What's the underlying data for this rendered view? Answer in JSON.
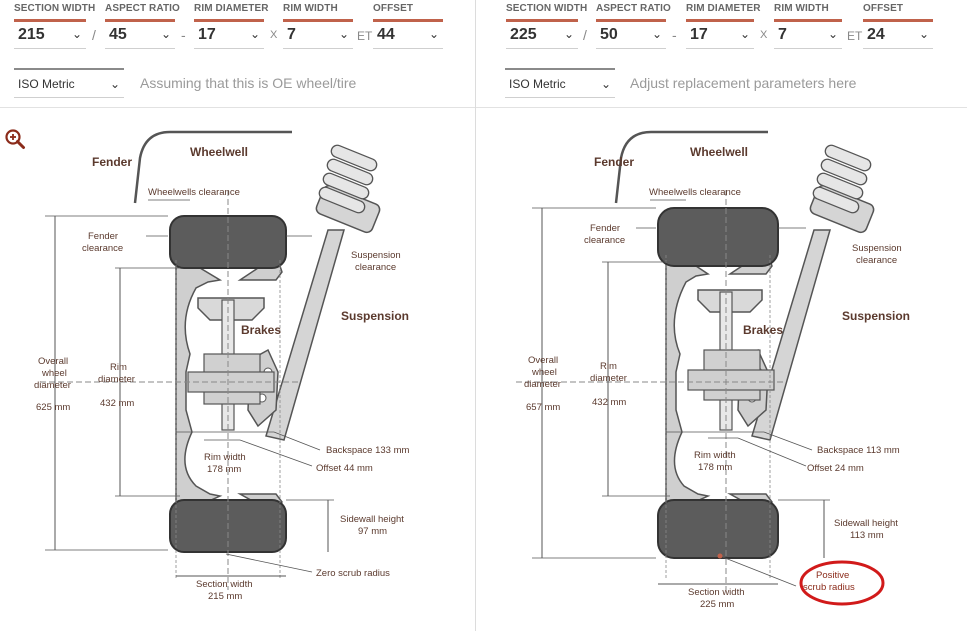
{
  "left": {
    "fields": {
      "section_width": {
        "label": "SECTION WIDTH",
        "value": "215"
      },
      "aspect_ratio": {
        "label": "ASPECT RATIO",
        "value": "45"
      },
      "rim_diameter": {
        "label": "RIM DIAMETER",
        "value": "17"
      },
      "rim_width": {
        "label": "RIM WIDTH",
        "value": "7"
      },
      "offset": {
        "label": "OFFSET",
        "value": "44"
      }
    },
    "separators": {
      "slash": "/",
      "dash": "-",
      "x": "X",
      "et": "ET"
    },
    "unit_select": "ISO Metric",
    "hint": "Assuming that this is OE wheel/tire",
    "diagram": {
      "fender": "Fender",
      "wheelwell": "Wheelwell",
      "wheelwells_clearance": "Wheelwells clearance",
      "fender_clearance_1": "Fender",
      "fender_clearance_2": "clearance",
      "suspension_clearance_1": "Suspension",
      "suspension_clearance_2": "clearance",
      "suspension": "Suspension",
      "brakes": "Brakes",
      "overall_1": "Overall",
      "overall_2": "wheel",
      "overall_3": "diameter",
      "overall_value": "625 mm",
      "rim_diam_1": "Rim",
      "rim_diam_2": "diameter",
      "rim_diam_value": "432 mm",
      "backspace": "Backspace 133 mm",
      "rim_width_1": "Rim width",
      "rim_width_2": "178 mm",
      "offset": "Offset 44 mm",
      "sidewall_1": "Sidewall height",
      "sidewall_2": "97 mm",
      "section_1": "Section width",
      "section_2": "215 mm",
      "scrub": "Zero scrub radius"
    }
  },
  "right": {
    "fields": {
      "section_width": {
        "label": "SECTION WIDTH",
        "value": "225"
      },
      "aspect_ratio": {
        "label": "ASPECT RATIO",
        "value": "50"
      },
      "rim_diameter": {
        "label": "RIM DIAMETER",
        "value": "17"
      },
      "rim_width": {
        "label": "RIM WIDTH",
        "value": "7"
      },
      "offset": {
        "label": "OFFSET",
        "value": "24"
      }
    },
    "separators": {
      "slash": "/",
      "dash": "-",
      "x": "X",
      "et": "ET"
    },
    "unit_select": "ISO Metric",
    "hint": "Adjust replacement parameters here",
    "diagram": {
      "fender": "Fender",
      "wheelwell": "Wheelwell",
      "wheelwells_clearance": "Wheelwells clearance",
      "fender_clearance_1": "Fender",
      "fender_clearance_2": "clearance",
      "suspension_clearance_1": "Suspension",
      "suspension_clearance_2": "clearance",
      "suspension": "Suspension",
      "brakes": "Brakes",
      "overall_1": "Overall",
      "overall_2": "wheel",
      "overall_3": "diameter",
      "overall_value": "657 mm",
      "rim_diam_1": "Rim",
      "rim_diam_2": "diameter",
      "rim_diam_value": "432 mm",
      "backspace": "Backspace 113 mm",
      "rim_width_1": "Rim width",
      "rim_width_2": "178 mm",
      "offset": "Offset 24 mm",
      "sidewall_1": "Sidewall height",
      "sidewall_2": "113 mm",
      "section_1": "Section width",
      "section_2": "225 mm",
      "scrub_1": "Positive",
      "scrub_2": "scrub radius"
    }
  },
  "colors": {
    "accent": "#c0624b",
    "label_text": "#5b3a2e",
    "highlight_circle": "#d11a1a"
  },
  "icons": {
    "zoom": "zoom-in-icon",
    "dropdown": "chevron-down-icon"
  }
}
